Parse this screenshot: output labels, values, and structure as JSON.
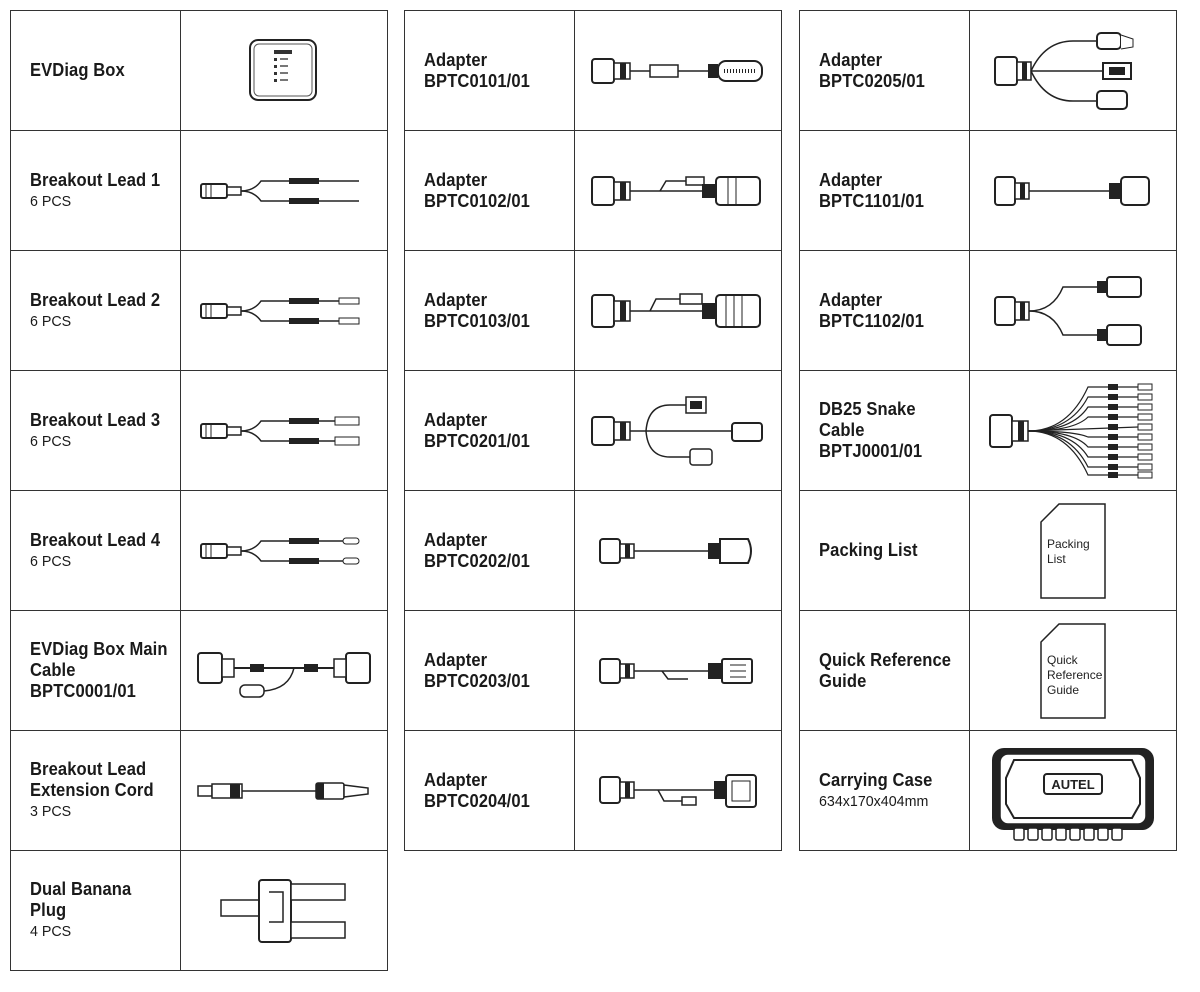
{
  "columns": [
    {
      "items": [
        {
          "name": "EVDiag Box",
          "qty": "",
          "icon": "evdiag-box-icon"
        },
        {
          "name": "Breakout Lead 1",
          "qty": "6 PCS",
          "icon": "breakout-lead-icon"
        },
        {
          "name": "Breakout Lead 2",
          "qty": "6 PCS",
          "icon": "breakout-lead-icon"
        },
        {
          "name": "Breakout Lead 3",
          "qty": "6 PCS",
          "icon": "breakout-lead-icon"
        },
        {
          "name": "Breakout Lead 4",
          "qty": "6 PCS",
          "icon": "breakout-lead-icon"
        },
        {
          "name": "EVDiag Box Main\nCable\nBPTC0001/01",
          "qty": "",
          "icon": "main-cable-icon"
        },
        {
          "name": "Breakout Lead\nExtension Cord",
          "qty": "3 PCS",
          "icon": "extension-cord-icon"
        },
        {
          "name": "Dual Banana Plug",
          "qty": "4 PCS",
          "icon": "banana-plug-icon"
        }
      ]
    },
    {
      "items": [
        {
          "name": "Adapter\nBPTC0101/01",
          "qty": "",
          "icon": "adapter-cable-icon"
        },
        {
          "name": "Adapter\nBPTC0102/01",
          "qty": "",
          "icon": "adapter-cable-icon"
        },
        {
          "name": "Adapter\nBPTC0103/01",
          "qty": "",
          "icon": "adapter-cable-icon"
        },
        {
          "name": "Adapter\nBPTC0201/01",
          "qty": "",
          "icon": "adapter-split-cable-icon"
        },
        {
          "name": "Adapter\nBPTC0202/01",
          "qty": "",
          "icon": "adapter-cable-icon"
        },
        {
          "name": "Adapter\nBPTC0203/01",
          "qty": "",
          "icon": "adapter-cable-icon"
        },
        {
          "name": "Adapter\nBPTC0204/01",
          "qty": "",
          "icon": "adapter-cable-icon"
        }
      ]
    },
    {
      "items": [
        {
          "name": "Adapter\nBPTC0205/01",
          "qty": "",
          "icon": "adapter-split-cable-icon"
        },
        {
          "name": "Adapter\nBPTC1101/01",
          "qty": "",
          "icon": "adapter-cable-icon"
        },
        {
          "name": "Adapter\nBPTC1102/01",
          "qty": "",
          "icon": "adapter-split-cable-icon"
        },
        {
          "name": "DB25 Snake\nCable\nBPTJ0001/01",
          "qty": "",
          "icon": "snake-cable-icon"
        },
        {
          "name": "Packing List",
          "qty": "",
          "icon": "packing-list-document-icon",
          "doc_text": "Packing\nList"
        },
        {
          "name": "Quick Reference\nGuide",
          "qty": "",
          "icon": "quick-reference-guide-document-icon",
          "doc_text": "Quick\nReference\nGuide"
        },
        {
          "name": "Carrying Case",
          "qty": "634x170x404mm",
          "icon": "carrying-case-icon",
          "brand": "AUTEL"
        }
      ]
    }
  ]
}
